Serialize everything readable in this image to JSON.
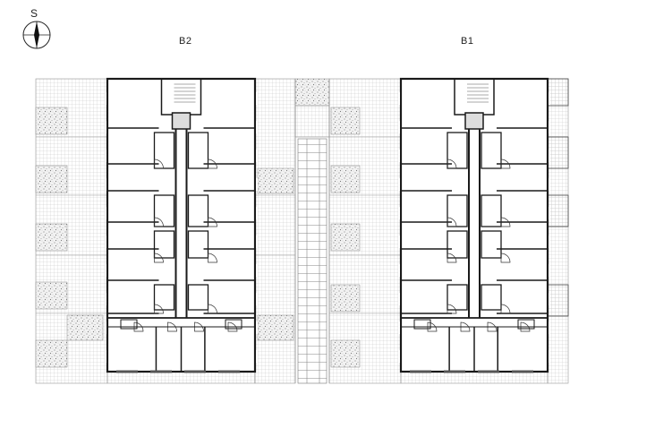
{
  "compass": {
    "north_letter": "S"
  },
  "buildings": [
    {
      "id": "b2",
      "label": "B2"
    },
    {
      "id": "b1",
      "label": "B1"
    }
  ],
  "colors": {
    "line": "#2a2a2a",
    "grid": "#bdbdbd",
    "wall": "#1a1a1a",
    "stipple": "#8a8a8a"
  }
}
